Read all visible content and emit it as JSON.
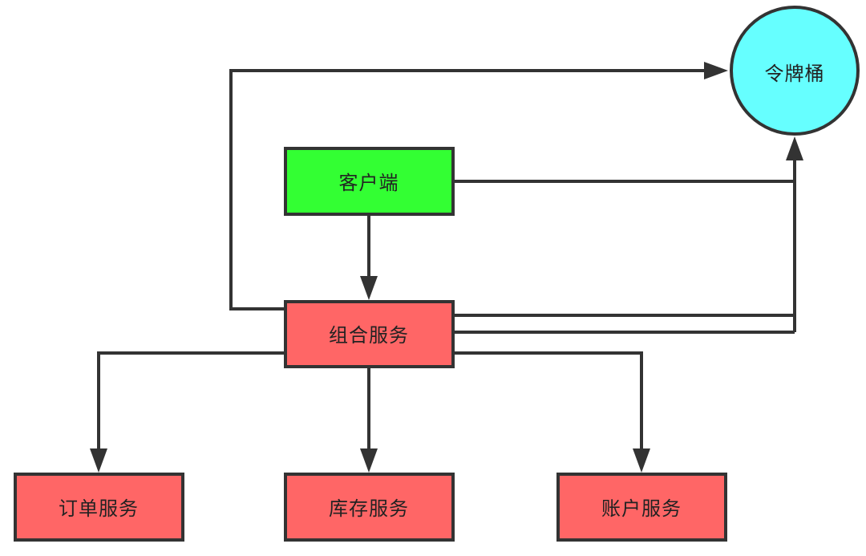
{
  "nodes": {
    "token_bucket": {
      "label": "令牌桶",
      "color": "#66FFFF"
    },
    "client": {
      "label": "客户端",
      "color": "#33FF33"
    },
    "composite_service": {
      "label": "组合服务",
      "color": "#FF6666"
    },
    "order_service": {
      "label": "订单服务",
      "color": "#FF6666"
    },
    "inventory_service": {
      "label": "库存服务",
      "color": "#FF6666"
    },
    "account_service": {
      "label": "账户服务",
      "color": "#FF6666"
    }
  },
  "edges": [
    {
      "from": "client",
      "to": "composite_service"
    },
    {
      "from": "client",
      "to": "token_bucket"
    },
    {
      "from": "composite_service",
      "to": "token_bucket"
    },
    {
      "from": "composite_service",
      "to": "order_service"
    },
    {
      "from": "composite_service",
      "to": "inventory_service"
    },
    {
      "from": "composite_service",
      "to": "account_service"
    }
  ],
  "colors": {
    "stroke": "#333333",
    "background": "#FFFFFF"
  }
}
